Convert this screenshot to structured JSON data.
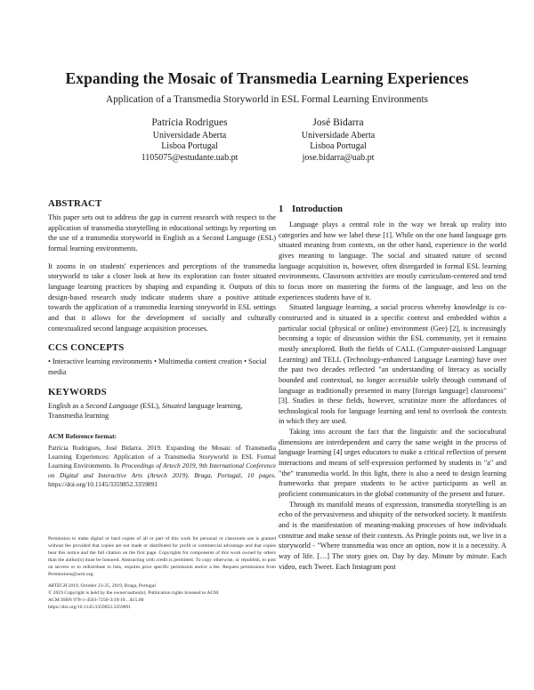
{
  "paper": {
    "title": "Expanding the Mosaic of Transmedia Learning Experiences",
    "subtitle": "Application of a Transmedia Storyworld in ESL Formal Learning Environments",
    "authors": [
      {
        "name": "Patrícia Rodrigues",
        "affiliation": "Universidade Aberta",
        "location": "Lisboa Portugal",
        "email": "1105075@estudante.uab.pt"
      },
      {
        "name": "José Bidarra",
        "affiliation": "Universidade Aberta",
        "location": "Lisboa Portugal",
        "email": "jose.bidarra@uab.pt"
      }
    ]
  },
  "abstract": {
    "heading": "ABSTRACT",
    "paragraphs": [
      "This paper sets out to address the gap in current research with respect to the application of transmedia storytelling in educational settings by reporting on the use of a transmedia storyworld in English as a Second Language (ESL) formal learning environments.",
      "It zooms in on students' experiences and perceptions of the transmedia storyworld to take a closer look at how its exploration can foster situated language learning practices by shaping and expanding it. Outputs of this design-based research study indicate students share a positive attitude towards the application of a transmedia learning storyworld in ESL settings and that it allows for the development of socially and culturally contextualized second language acquisition processes."
    ]
  },
  "ccs": {
    "heading": "CCS CONCEPTS",
    "text": "• Interactive learning environments • Multimedia content creation • Social media"
  },
  "keywords": {
    "heading": "KEYWORDS",
    "items": [
      "English as a Second Language (ESL)",
      "Situated language learning",
      "Transmedia learning"
    ],
    "kw1_pre": "English as a ",
    "kw1_it": "Second Language",
    "kw1_post": " (ESL), ",
    "kw2_it": "Situated",
    "kw2_post": " language learning, Transmedia learning"
  },
  "reference": {
    "heading": "ACM Reference format:",
    "plain": "Patrícia Rodrigues, José Bidarra. 2019. Expanding the Mosaic of Transmedia Learning Experiences: Application of a Transmedia Storyworld in ESL Formal Learning Environments. In ",
    "italic": "Proceedings of Artech 2019, 9th International Conference on Digital and Interactive Arts (Artech 2019). Braga, Portugal, 10 pages.",
    "doi": " https://doi.org/10.1145/3359852.3359891"
  },
  "permission": {
    "text": "Permission to make digital or hard copies of all or part of this work for personal or classroom use is granted without fee provided that copies are not made or distributed for profit or commercial advantage and that copies bear this notice and the full citation on the first page. Copyrights for components of this work owned by others than the author(s) must be honored. Abstracting with credit is permitted. To copy otherwise, or republish, to post on servers or to redistribute to lists, requires prior specific permission and/or a fee. Request permissions from Permissions@acm.org.",
    "conference_it": "ARTECH 2019",
    "conference_rest": ", October 23-25, 2019, Braga, Portugal",
    "copyright": "© 2019 Copyright is held by the owner/author(s). Publication rights licensed to ACM.",
    "isbn": "ACM ISBN 978-1-4503-7250-3/19/10…$15.00",
    "doi": "https://doi.org/10.1145/3359852.3359891"
  },
  "introduction": {
    "number": "1",
    "heading": "Introduction",
    "paragraphs": [
      "Language plays a central role in the way we break up reality into categories and how we label these [1]. While on the one hand language gets situated meaning from contexts, on the other hand, experience in the world gives meaning to language. The social and situated nature of second language acquisition is, however, often disregarded in formal ESL learning environments. Classroom activities are mostly curriculum-centered and tend to focus more on mastering the forms of the language, and less on the experiences students have of it.",
      "Situated language learning, a social process whereby knowledge is co-constructed and is situated in a specific context and embedded within a particular social (physical or online) environment (Gee) [2], is increasingly becoming a topic of discussion within the ESL community, yet it remains mostly unexplored. Both the fields of CALL (Computer-assisted Language Learning) and TELL (Technology-enhanced Language Learning) have over the past two decades reflected \"an understanding of literacy as socially bounded and contextual, no longer accessible solely through command of language as traditionally presented in many [foreign language] classrooms\" [3]. Studies in these fields, however, scrutinize more the affordances of technological tools for language learning and tend to overlook the contexts in which they are used.",
      "Taking into account the fact that the linguistic and the sociocultural dimensions are interdependent and carry the same weight in the process of language learning [4] urges educators to make a critical reflection of present interactions and means of self-expression performed by students in \"a\" and \"the\" transmedia world. In this light, there is also a need to design learning frameworks that prepare students to be active participants as well as proficient communicators in the global community of the present and future.",
      "Through its manifold means of expression, transmedia storytelling is an echo of the pervasiveness and ubiquity of the networked society. It manifests and is the manifestation of meaning-making processes of how individuals construe and make sense of their contexts. As Pringle points out, we live in a storyworld - \"Where transmedia was once an option, now it is a necessity. A way of life. […] The story goes on. Day by day. Minute by minute. Each video, each Tweet. Each Instagram post"
    ]
  }
}
